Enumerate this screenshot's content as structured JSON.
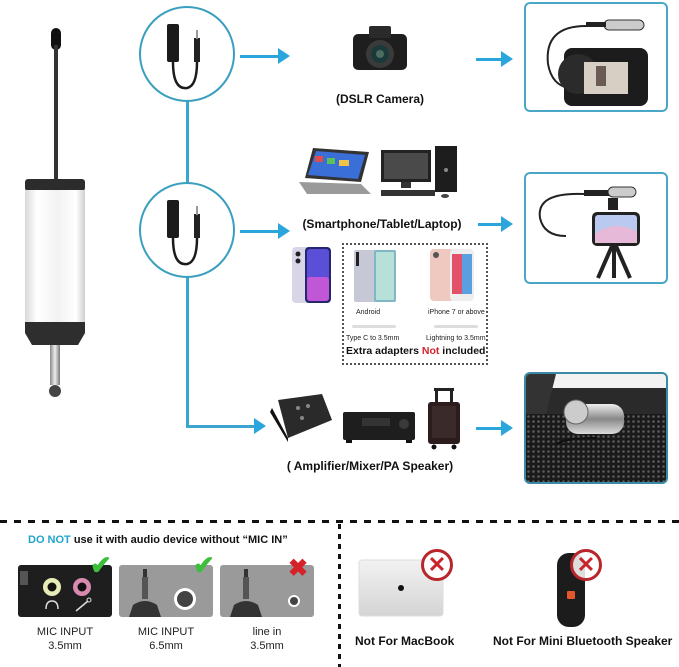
{
  "colors": {
    "accent_blue": "#2aa6dc",
    "connector_line": "#3aa5cf",
    "do_not_cyan": "#1fa5c9",
    "warning_red": "#d4232a",
    "check_green": "#3cbf3a"
  },
  "icons": {
    "receiver": "wireless-receiver-icon",
    "adapter_cable": "adapter-cable-icon",
    "arrow": "arrow-right-icon",
    "check": "check-icon",
    "cross": "cross-icon"
  },
  "connections": [
    {
      "label": "(DSLR Camera)",
      "devices": [
        "DSLR camera"
      ],
      "example": "camera-with-receiver"
    },
    {
      "label": "(Smartphone/Tablet/Laptop)",
      "devices": [
        "laptop",
        "desktop PC"
      ],
      "example": "phone-on-tripod-with-receiver"
    },
    {
      "label": "( Amplifier/Mixer/PA Speaker)",
      "devices": [
        "mixer",
        "amplifier",
        "PA speaker"
      ],
      "example": "speaker-with-receiver"
    }
  ],
  "adapters_box": {
    "android_label": "Android",
    "iphone_label": "iPhone 7 or above",
    "typec_label": "Type C to 3.5mm",
    "lightning_label": "Lightning to 3.5mm",
    "note_prefix": "Extra adapters ",
    "note_not": "Not",
    "note_suffix": " included"
  },
  "warning": {
    "title_highlight": "DO NOT",
    "title_rest": " use it with audio device without “MIC IN”",
    "ports": [
      {
        "line1": "MIC INPUT",
        "line2": "3.5mm",
        "status": "ok",
        "status_glyph": "✔"
      },
      {
        "line1": "MIC INPUT",
        "line2": "6.5mm",
        "status": "ok",
        "status_glyph": "✔"
      },
      {
        "line1": "line in",
        "line2": "3.5mm",
        "status": "not-ok",
        "status_glyph": "✖"
      }
    ]
  },
  "not_for": [
    {
      "label": "Not For MacBook",
      "glyph": "✕"
    },
    {
      "label": "Not For Mini Bluetooth Speaker",
      "glyph": "✕"
    }
  ]
}
